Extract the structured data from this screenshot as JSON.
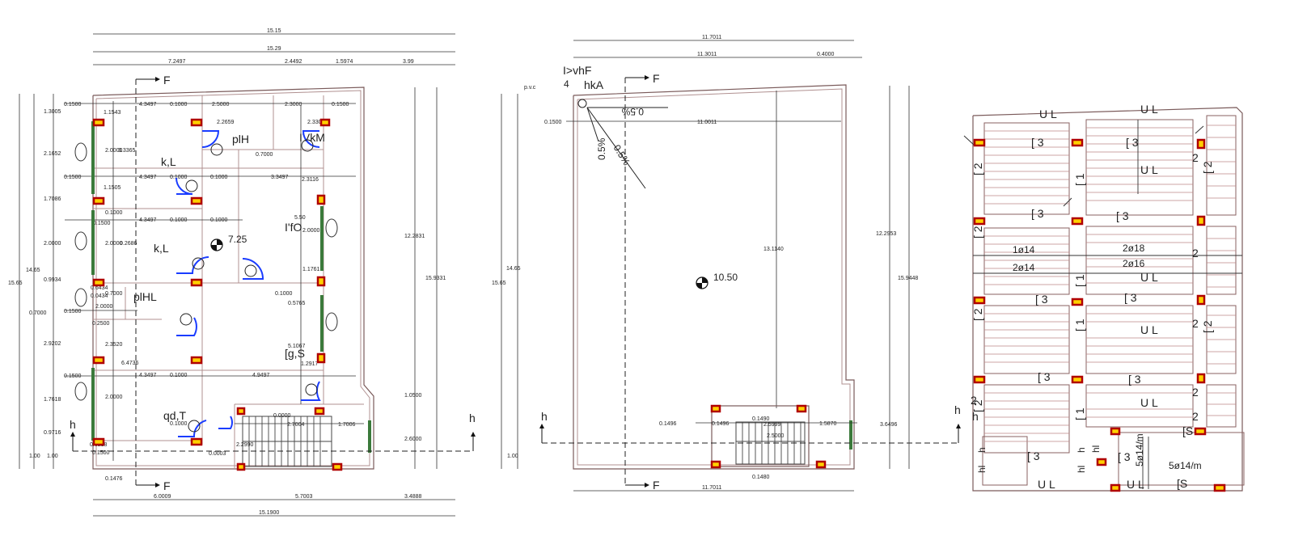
{
  "colors": {
    "column_fill": "#ffd000",
    "column_border": "#b00000",
    "door": "#1a3cff",
    "wall": "#7a5a5a"
  },
  "plan1": {
    "top_dims": [
      "15.15",
      "15.29",
      "7.2497",
      "2.4492",
      "1.5974",
      "3.99"
    ],
    "left_dims": [
      "15.65",
      "14.65",
      "1.3005",
      "2.1652",
      "1.7086",
      "2.0000",
      "0.9934",
      "0.7000",
      "2.9202",
      "1.7618",
      "0.9716",
      "1.00",
      "1.00"
    ],
    "right_dims": [
      "12.2831",
      "15.9331",
      "1.0500",
      "2.6000"
    ],
    "bottom_dims": [
      "6.0009",
      "5.7003",
      "3.4888",
      "15.1900",
      "0.1476"
    ],
    "inner_dims": [
      "0.1500",
      "1.1543",
      "4.3497",
      "0.1000",
      "2.5000",
      "2.3000",
      "0.1500",
      "2.2659",
      "0.7000",
      "2.3308",
      "2.0000",
      "3.3365",
      "4.3497",
      "0.1000",
      "0.1000",
      "3.3497",
      "0.1500",
      "1.1505",
      "0.1000",
      "4.3497",
      "0.1000",
      "0.1000",
      "0.1500",
      "2.0000",
      "0.2686",
      "0.6434",
      "5.50",
      "2.0000",
      "1.1761",
      "0.0434",
      "0.7000",
      "0.1500",
      "2.0000",
      "0.1000",
      "0.5765",
      "0.2500",
      "2.3520",
      "6.4736",
      "5.1067",
      "4.3497",
      "0.1000",
      "4.9497",
      "0.1500",
      "1.2917",
      "2.0000",
      "0.1000",
      "0.0000",
      "2.7004",
      "1.7006",
      "2.2990",
      "0.0003",
      "0.0218",
      "0.1500",
      "2.3116"
    ],
    "rooms": [
      "plH",
      "IVkM",
      "k,L",
      "k,L",
      "I'fO",
      "plHL",
      "[g,S",
      "qd,T"
    ],
    "level_value": "7.25",
    "section_mark": "F",
    "section_h": "h"
  },
  "plan2": {
    "top_dims": [
      "11.7011",
      "11.3011",
      "0.4000"
    ],
    "inner_dims": [
      "0.1500",
      "11.0011",
      "13.1140",
      "0.1496",
      "0.1480",
      "0.1496",
      "2.5000",
      "0.1490",
      "2.5999",
      "1.5870"
    ],
    "bottom_dims": [
      "11.7011"
    ],
    "left_dims": [
      "15.65",
      "14.65",
      "1.00",
      "p.v.c"
    ],
    "right_dims": [
      "12.2953",
      "15.9448",
      "3.6496"
    ],
    "title_lines": [
      "I>vhF",
      "4",
      "hkA"
    ],
    "slope_labels": [
      "0.5%",
      "0.5%",
      "0.5%"
    ],
    "level_value": "10.50",
    "section_mark": "F",
    "section_h": "h"
  },
  "plan3": {
    "labels": [
      "U L",
      "U L",
      "U L",
      "U L",
      "U L",
      "U L",
      "U L",
      "U L"
    ],
    "bar_labels": [
      "1ø14",
      "2ø18",
      "2ø14",
      "2ø16",
      "5ø14/m",
      "5ø14/m"
    ],
    "beam_marks": [
      "[ 3",
      "[ 3",
      "[ 3",
      "[ 3",
      "[ 3",
      "[ 3",
      "[ 3",
      "[ 3",
      "[ 3",
      "[ 3",
      "[S",
      "[S"
    ],
    "side_marks": [
      "[ 2",
      "[ 2",
      "[ 2",
      "[ 2",
      "[ 2",
      "[ 2",
      "[ 1",
      "[ 1",
      "[ 1",
      "[ 1",
      "2",
      "2",
      "2",
      "2",
      "2",
      "2"
    ],
    "small_marks": [
      "h",
      "hl",
      "hl",
      "hl",
      "h",
      "h"
    ]
  }
}
